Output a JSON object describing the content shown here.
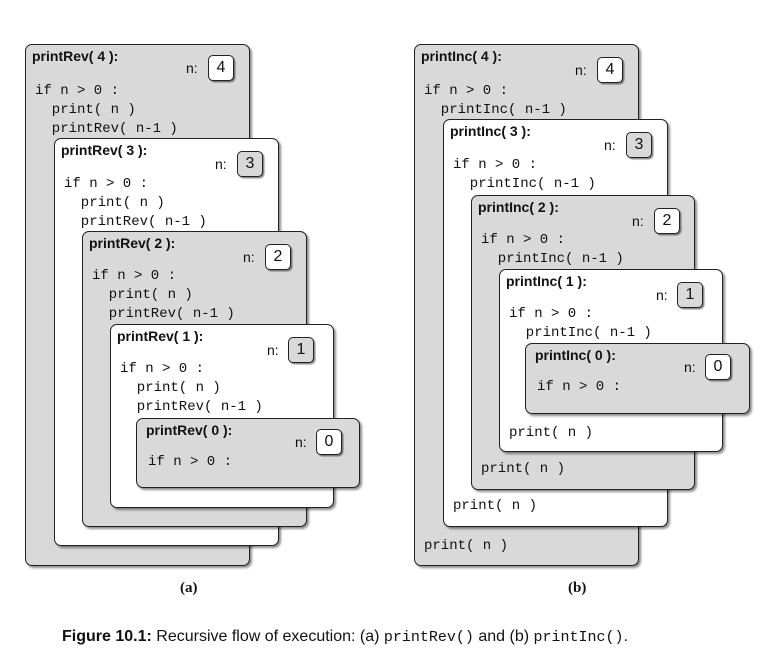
{
  "diagram_a": {
    "sublabel": "(a)",
    "frames": [
      {
        "title": "printRev( 4 ):",
        "n_label": "n:",
        "n_value": "4",
        "lines": [
          "if n > 0 :",
          "  print( n )",
          "  printRev( n-1 )"
        ],
        "after": []
      },
      {
        "title": "printRev( 3 ):",
        "n_label": "n:",
        "n_value": "3",
        "lines": [
          "if n > 0 :",
          "  print( n )",
          "  printRev( n-1 )"
        ],
        "after": []
      },
      {
        "title": "printRev( 2 ):",
        "n_label": "n:",
        "n_value": "2",
        "lines": [
          "if n > 0 :",
          "  print( n )",
          "  printRev( n-1 )"
        ],
        "after": []
      },
      {
        "title": "printRev( 1 ):",
        "n_label": "n:",
        "n_value": "1",
        "lines": [
          "if n > 0 :",
          "  print( n )",
          "  printRev( n-1 )"
        ],
        "after": []
      },
      {
        "title": "printRev( 0 ):",
        "n_label": "n:",
        "n_value": "0",
        "lines": [
          "if n > 0 :"
        ],
        "after": []
      }
    ]
  },
  "diagram_b": {
    "sublabel": "(b)",
    "frames": [
      {
        "title": "printInc( 4 ):",
        "n_label": "n:",
        "n_value": "4",
        "lines": [
          "if n > 0 :",
          "  printInc( n-1 )"
        ],
        "after": "print( n )"
      },
      {
        "title": "printInc( 3 ):",
        "n_label": "n:",
        "n_value": "3",
        "lines": [
          "if n > 0 :",
          "  printInc( n-1 )"
        ],
        "after": "print( n )"
      },
      {
        "title": "printInc( 2 ):",
        "n_label": "n:",
        "n_value": "2",
        "lines": [
          "if n > 0 :",
          "  printInc( n-1 )"
        ],
        "after": "print( n )"
      },
      {
        "title": "printInc( 1 ):",
        "n_label": "n:",
        "n_value": "1",
        "lines": [
          "if n > 0 :",
          "  printInc( n-1 )"
        ],
        "after": "print( n )"
      },
      {
        "title": "printInc( 0 ):",
        "n_label": "n:",
        "n_value": "0",
        "lines": [
          "if n > 0 :"
        ],
        "after": ""
      }
    ]
  },
  "caption": {
    "label": "Figure 10.1:",
    "text1": " Recursive flow of execution: (a) ",
    "code1": "printRev()",
    "text2": " and (b) ",
    "code2": "printInc()",
    "text3": "."
  }
}
